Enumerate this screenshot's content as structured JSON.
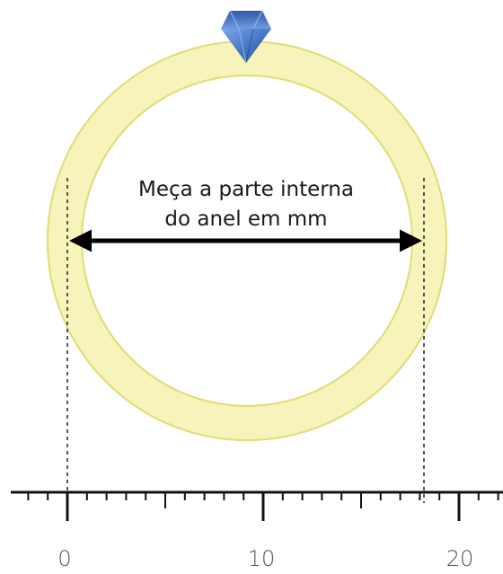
{
  "diagram": {
    "caption_line1": "Meça a parte interna",
    "caption_line2": "do anel em mm",
    "ring_color": "#f6f3b6",
    "ring_outline_color": "#e3dc7a",
    "gem_color": "#4f7fcf",
    "icons": [
      "diamond-icon",
      "double-arrow-icon"
    ]
  },
  "ruler": {
    "labels": [
      "0",
      "10",
      "20"
    ],
    "unit": "mm",
    "measured_from": 0,
    "measured_to": 18
  }
}
